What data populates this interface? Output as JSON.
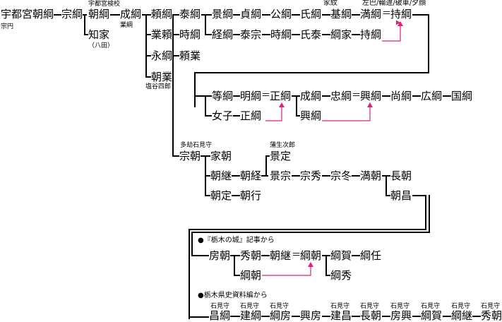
{
  "nodes": {
    "utsunomiya_munetsuna": "宇都宮朝綱",
    "munetsuna": "宗綱",
    "tomotsuna": "朝綱",
    "naritsuna": "成綱",
    "yoritsuna": "頼綱",
    "yasutsuna": "泰綱",
    "kagetsuna": "景綱",
    "sadatsuna": "貞綱",
    "kintsuna": "公綱",
    "ujitsuna": "氏綱",
    "mototsuna": "基綱",
    "mitsutsuna": "満綱",
    "mochitsuna1": "持綱",
    "tomoie": "知家",
    "narayori": "業頼",
    "tokitsuna": "時綱",
    "tsunetsuna": "経綱",
    "yasumune": "泰宗",
    "tokitsuna2": "時綱",
    "ujiyasu": "氏泰",
    "tsunaie": "綱家",
    "mochitsuna2": "持綱",
    "nagatsuna": "永綱",
    "yorinari": "頼業",
    "tomonari": "朝業",
    "hitotsuna": "等綱",
    "akitsuna": "明綱",
    "masatsuna1": "正綱",
    "naritsuna2": "成綱",
    "tadatsuna": "忠綱",
    "okitsuna1": "興綱",
    "hisatsuna": "尚綱",
    "hirotsuna": "広綱",
    "kunitsuna": "国綱",
    "joshi": "女子",
    "masatsuna2": "正綱",
    "okitsuna2": "興綱",
    "munetomo": "宗朝",
    "ietomo": "家朝",
    "tomotsugu": "朝継",
    "tomotsune": "朝経",
    "kagesada": "景定",
    "kagemune": "景宗",
    "munehide": "宗秀",
    "munefuyu": "宗冬",
    "mitsutomo": "満朝",
    "nagatomo": "長朝",
    "tomosada": "朝定",
    "tomoyuki": "朝行",
    "tomomasa": "朝昌",
    "fusatomo": "房朝",
    "hidetomo": "秀朝",
    "tomotsugu2": "朝継",
    "tsunatomo1": "綱朝",
    "tsunaga": "綱賀",
    "tsunato": "綱任",
    "tsunatomo2": "綱朝",
    "tsunahide": "綱秀",
    "masatsuna_b": "昌綱",
    "taketsuna": "建綱",
    "tsunafusa": "綱房",
    "okifusa": "興房",
    "tatemasa": "建昌",
    "nagatomo2": "長朝",
    "fusaoki": "房興",
    "tsunaga2": "綱賀",
    "tsunatsugu": "綱継",
    "hidetomo2": "秀朝"
  },
  "notes": {
    "soen": "宗円",
    "utsunomiya_kengyo": "宇都宮検校",
    "hatta": "（八田）",
    "naritsuna_note": "業綱",
    "shioya": "塩谷四郎",
    "kamon": "家紋",
    "sahaba": "左巴/輪違/破車/夕顔",
    "tagiwa": "多劫石見守",
    "gamo": "蒲生次郎",
    "iwami": "石見守",
    "source1": "●『栃木の城』記事から",
    "source2": "●栃木県史資料編から"
  },
  "eq": "＝",
  "colors": {
    "line": "#000000",
    "arrow": "#e0207a"
  }
}
